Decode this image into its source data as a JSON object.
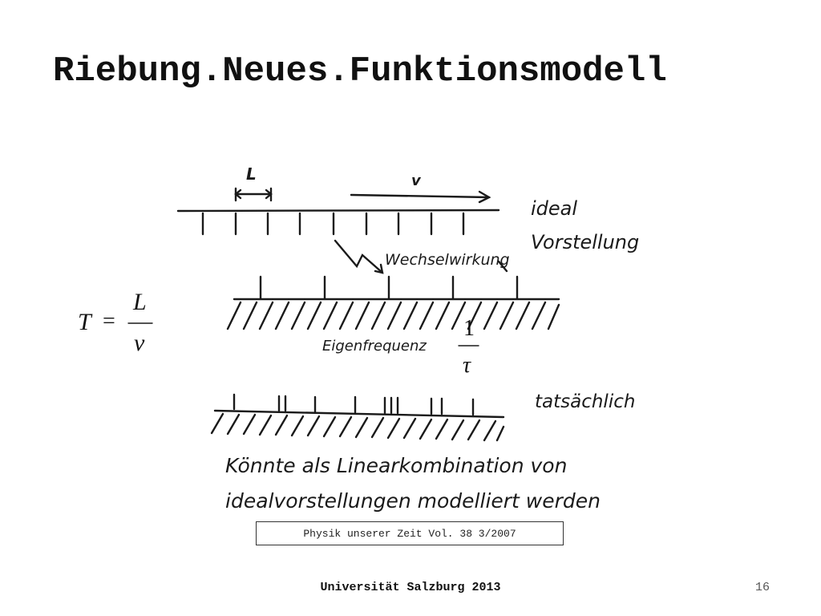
{
  "slide": {
    "title": "Riebung.Neues.Funktionsmodell",
    "source_caption": "Physik unserer Zeit Vol. 38 3/2007",
    "footer": "Universität Salzburg 2013",
    "page_number": "16"
  },
  "sketch": {
    "label_L": "L",
    "label_v": "v",
    "label_ideal": "ideal",
    "label_vorstellung": "Vorstellung",
    "label_wechselwirkung": "Wechselwirkung",
    "label_eigenfrequenz": "Eigenfrequenz",
    "label_tatsaechlich": "tatsächlich",
    "note_line1": "Könnte als Linearkombination von",
    "note_line2": "idealvorstellungen modelliert werden"
  },
  "formula_period": {
    "lhs": "T",
    "equals": "=",
    "numerator": "L",
    "denominator": "v"
  },
  "formula_freq": {
    "numerator": "1",
    "denominator": "τ"
  }
}
